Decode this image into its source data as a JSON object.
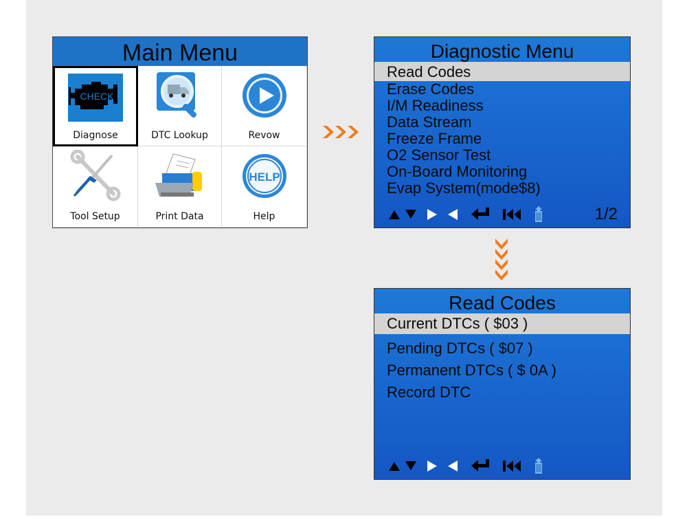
{
  "main_menu": {
    "title": "Main Menu",
    "items": [
      {
        "label": "Diagnose",
        "icon": "check-engine-icon",
        "badge": "CHECK",
        "selected": true
      },
      {
        "label": "DTC Lookup",
        "icon": "truck-magnifier-icon"
      },
      {
        "label": "Revow",
        "icon": "play-circle-icon"
      },
      {
        "label": "Tool Setup",
        "icon": "wrench-screwdriver-icon"
      },
      {
        "label": "Print Data",
        "icon": "printer-icon"
      },
      {
        "label": "Help",
        "icon": "help-circle-icon",
        "badge": "HELP"
      }
    ]
  },
  "diagnostic_menu": {
    "title": "Diagnostic Menu",
    "items": [
      {
        "label": "Read Codes",
        "selected": true
      },
      {
        "label": "Erase Codes"
      },
      {
        "label": "I/M Readiness"
      },
      {
        "label": "Data Stream"
      },
      {
        "label": "Freeze Frame"
      },
      {
        "label": "O2 Sensor Test"
      },
      {
        "label": "On-Board Monitoring"
      },
      {
        "label": "Evap System(mode$8)"
      }
    ],
    "page": "1/2"
  },
  "read_codes": {
    "title": "Read Codes",
    "items": [
      {
        "label": "Current DTCs  ( $03 )",
        "selected": true
      },
      {
        "label": "Pending DTCs ( $07 )"
      },
      {
        "label": "Permanent DTCs ( $ 0A )"
      },
      {
        "label": "Record DTC"
      }
    ]
  },
  "toolbar_icons": [
    "up-arrow-icon",
    "down-arrow-icon",
    "right-arrow-icon",
    "left-arrow-icon",
    "enter-icon",
    "back-icon",
    "save-icon"
  ],
  "colors": {
    "accent_orange": "#f07c1c",
    "screen_blue": "#1a6ad0",
    "title_blue": "#1e73c7",
    "highlight_gray": "#d4d4d4"
  }
}
